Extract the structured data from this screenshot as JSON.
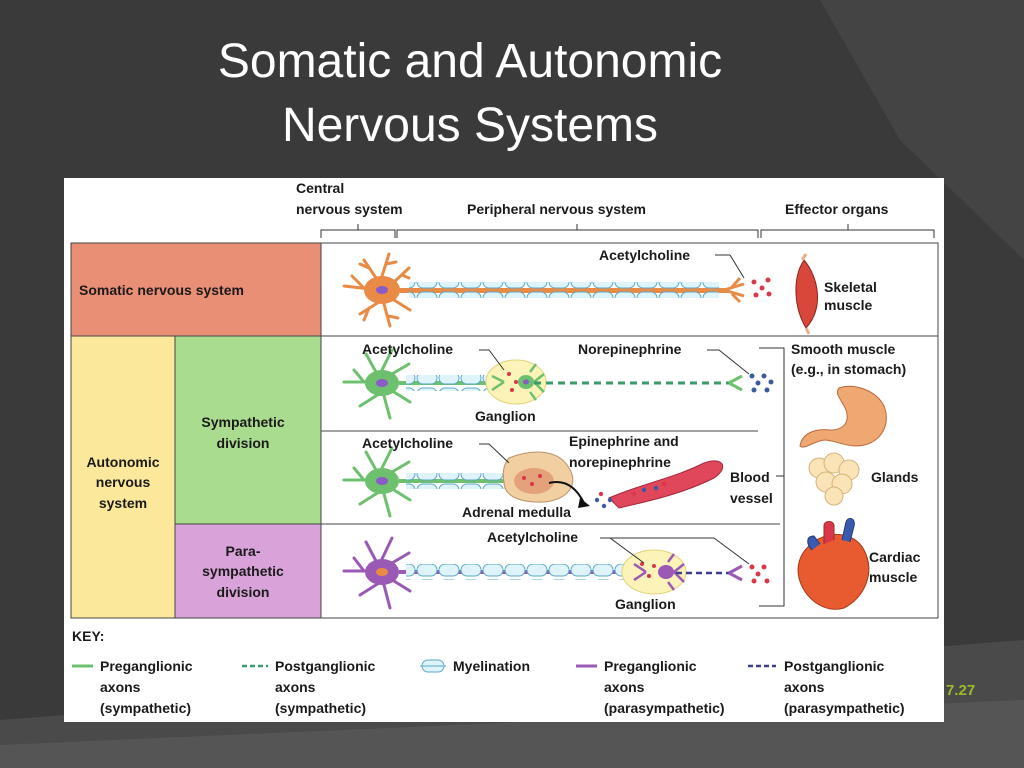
{
  "slide": {
    "title_line1": "Somatic and Autonomic",
    "title_line2": "Nervous Systems",
    "figure_number": "7.27"
  },
  "colors": {
    "background": "#3a3a3a",
    "somatic_row": "#e98f76",
    "autonomic_col": "#fbe89a",
    "sympathetic": "#a9dc8e",
    "parasympathetic": "#d9a3d9",
    "somatic_axon": "#e98a45",
    "sympathetic_axon": "#6dc06d",
    "parasympathetic_axon": "#9b59b6",
    "postganglionic_para": "#3f3f8f"
  },
  "header": {
    "cns_line1": "Central",
    "cns_line2": "nervous system",
    "pns": "Peripheral nervous system",
    "effectors": "Effector organs"
  },
  "rows": {
    "somatic": "Somatic nervous system",
    "autonomic_line1": "Autonomic",
    "autonomic_line2": "nervous",
    "autonomic_line3": "system",
    "sympathetic_line1": "Sympathetic",
    "sympathetic_line2": "division",
    "para_line1": "Para-",
    "para_line2": "sympathetic",
    "para_line3": "division"
  },
  "labels": {
    "ach_somatic": "Acetylcholine",
    "skeletal_line1": "Skeletal",
    "skeletal_line2": "muscle",
    "ach_symp": "Acetylcholine",
    "norepinephrine": "Norepinephrine",
    "ganglion_symp": "Ganglion",
    "smooth_line1": "Smooth muscle",
    "smooth_line2": "(e.g., in stomach)",
    "ach_adrenal": "Acetylcholine",
    "epi_line1": "Epinephrine and",
    "epi_line2": "norepinephrine",
    "adrenal": "Adrenal medulla",
    "blood_line1": "Blood",
    "blood_line2": "vessel",
    "glands": "Glands",
    "ach_para": "Acetylcholine",
    "ganglion_para": "Ganglion",
    "cardiac_line1": "Cardiac",
    "cardiac_line2": "muscle"
  },
  "key": {
    "title": "KEY:",
    "items": [
      {
        "line1": "Preganglionic",
        "line2": "axons",
        "line3": "(sympathetic)"
      },
      {
        "line1": "Postganglionic",
        "line2": "axons",
        "line3": "(sympathetic)"
      },
      {
        "line1": "Myelination",
        "line2": "",
        "line3": ""
      },
      {
        "line1": "Preganglionic",
        "line2": "axons",
        "line3": "(parasympathetic)"
      },
      {
        "line1": "Postganglionic",
        "line2": "axons",
        "line3": "(parasympathetic)"
      }
    ]
  }
}
